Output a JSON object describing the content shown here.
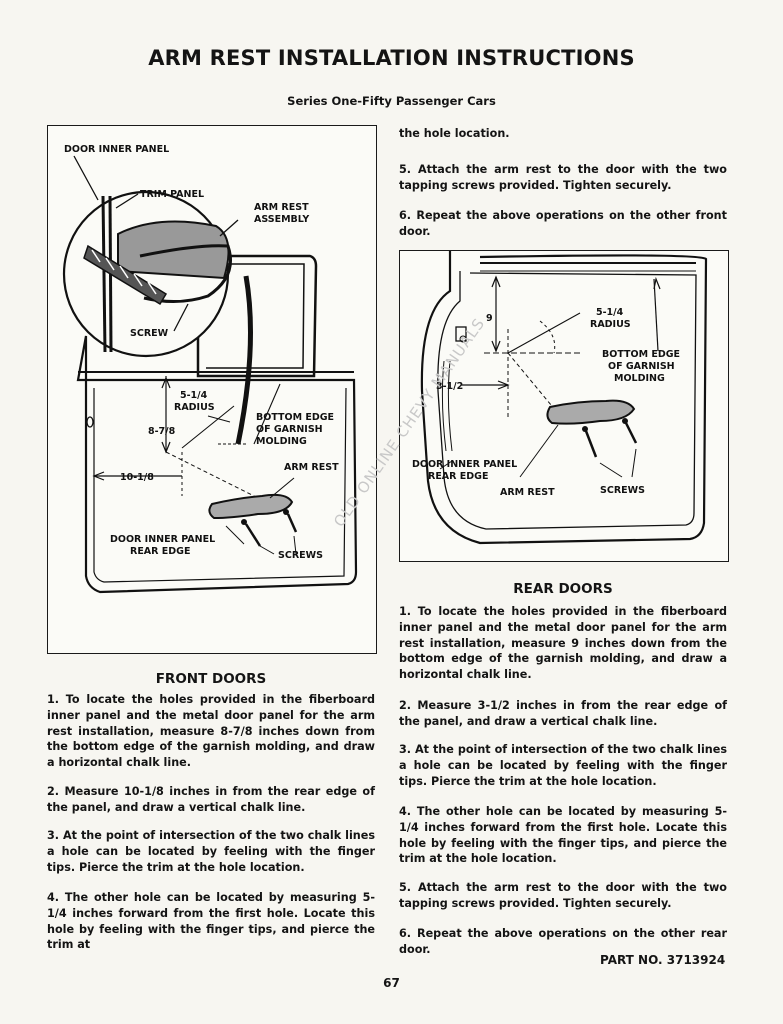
{
  "header": {
    "title": "ARM REST INSTALLATION INSTRUCTIONS",
    "subtitle": "Series One-Fifty Passenger Cars"
  },
  "front_figure": {
    "labels": {
      "door_inner_panel": "DOOR INNER PANEL",
      "trim_panel": "TRIM PANEL",
      "arm_rest_assembly_1": "ARM REST",
      "arm_rest_assembly_2": "ASSEMBLY",
      "screw": "SCREW",
      "radius_1": "5-1/4",
      "radius_2": "RADIUS",
      "dim_8_7_8": "8-7/8",
      "bottom_edge_1": "BOTTOM EDGE",
      "bottom_edge_2": "OF GARNISH",
      "bottom_edge_3": "MOLDING",
      "arm_rest": "ARM REST",
      "dim_10_1_8": "10-1/8",
      "rear_edge_1": "DOOR INNER PANEL",
      "rear_edge_2": "REAR EDGE",
      "screws": "SCREWS"
    }
  },
  "rear_figure": {
    "labels": {
      "dim_9": "9",
      "radius_1": "5-1/4",
      "radius_2": "RADIUS",
      "bottom_edge_1": "BOTTOM EDGE",
      "bottom_edge_2": "OF GARNISH",
      "bottom_edge_3": "MOLDING",
      "dim_3_1_2": "3-1/2",
      "rear_edge_1": "DOOR INNER PANEL",
      "rear_edge_2": "REAR EDGE",
      "arm_rest": "ARM REST",
      "screws": "SCREWS"
    }
  },
  "front_doors": {
    "heading": "FRONT DOORS",
    "steps": [
      "1. To locate the holes provided in the fiberboard inner panel and the metal door panel for the arm rest installation, measure 8-7/8 inches down from the bottom edge of the garnish molding, and draw a horizontal chalk line.",
      "2. Measure 10-1/8 inches in from the rear edge of the panel, and draw a vertical chalk line.",
      "3. At the point of intersection of the two chalk lines a hole can be located by feeling with the finger tips. Pierce the trim at the hole location.",
      "4. The other hole can be located by measuring 5-1/4 inches forward from the first hole. Locate this hole by feeling with the finger tips, and pierce the trim at"
    ],
    "continued": "the hole location.",
    "steps_continued": [
      "5. Attach the arm rest to the door with the two tapping screws provided. Tighten securely.",
      "6. Repeat the above operations on the other front door."
    ]
  },
  "rear_doors": {
    "heading": "REAR DOORS",
    "steps": [
      "1. To locate the holes provided in the fiberboard inner panel and the metal door panel for the arm rest installation, measure 9 inches down from the bottom edge of the garnish molding, and draw a horizontal chalk line.",
      "2. Measure 3-1/2 inches in from the rear edge of the panel, and draw a vertical chalk line.",
      "3. At the point of intersection of the two chalk lines a hole can be located by feeling with the finger tips. Pierce the trim at the hole location.",
      "4. The other hole can be located by measuring 5-1/4 inches forward from the first hole. Locate this hole by feeling with the finger tips, and pierce the trim at the hole location.",
      "5. Attach the arm rest to the door with the two tapping screws provided. Tighten securely.",
      "6. Repeat the above operations on the other rear door."
    ]
  },
  "footer": {
    "part_no": "PART NO. 3713924",
    "page_number": "67"
  },
  "watermark": "OLD ONLINE CHEVY MANUALS"
}
